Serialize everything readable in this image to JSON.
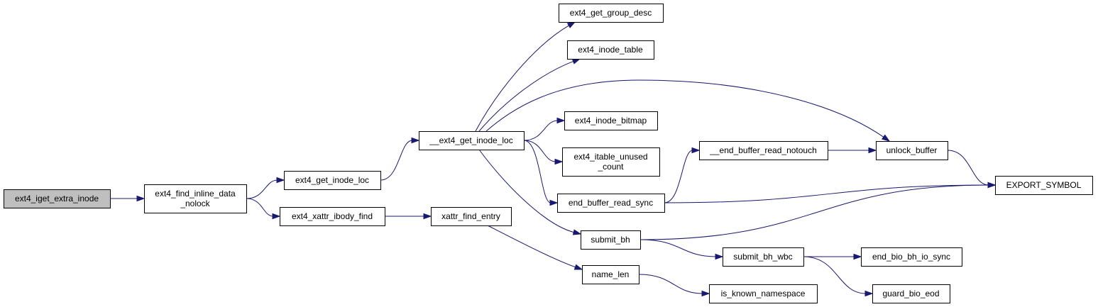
{
  "colors": {
    "edge": "#191970",
    "node_fill": "#ffffff",
    "root_fill": "#bfbfbf",
    "border": "#000000"
  },
  "nodes": {
    "root": {
      "lines": [
        "ext4_iget_extra_inode"
      ]
    },
    "find_inline": {
      "lines": [
        "ext4_find_inline_data",
        "_nolock"
      ]
    },
    "get_inode_loc": {
      "lines": [
        "ext4_get_inode_loc"
      ]
    },
    "xattr_ibody": {
      "lines": [
        "ext4_xattr_ibody_find"
      ]
    },
    "__get_inode_loc": {
      "lines": [
        "__ext4_get_inode_loc"
      ]
    },
    "xattr_find_entry": {
      "lines": [
        "xattr_find_entry"
      ]
    },
    "group_desc": {
      "lines": [
        "ext4_get_group_desc"
      ]
    },
    "inode_table": {
      "lines": [
        "ext4_inode_table"
      ]
    },
    "inode_bitmap": {
      "lines": [
        "ext4_inode_bitmap"
      ]
    },
    "itable_unused": {
      "lines": [
        "ext4_itable_unused",
        "_count"
      ]
    },
    "end_buffer_read_sync": {
      "lines": [
        "end_buffer_read_sync"
      ]
    },
    "submit_bh": {
      "lines": [
        "submit_bh"
      ]
    },
    "name_len": {
      "lines": [
        "name_len"
      ]
    },
    "end_buffer_read_notouch": {
      "lines": [
        "__end_buffer_read_notouch"
      ]
    },
    "submit_bh_wbc": {
      "lines": [
        "submit_bh_wbc"
      ]
    },
    "is_known_namespace": {
      "lines": [
        "is_known_namespace"
      ]
    },
    "unlock_buffer": {
      "lines": [
        "unlock_buffer"
      ]
    },
    "end_bio_bh_io_sync": {
      "lines": [
        "end_bio_bh_io_sync"
      ]
    },
    "guard_bio_eod": {
      "lines": [
        "guard_bio_eod"
      ]
    },
    "export_symbol": {
      "lines": [
        "EXPORT_SYMBOL"
      ]
    }
  },
  "edges": [
    [
      "root",
      "find_inline"
    ],
    [
      "find_inline",
      "get_inode_loc"
    ],
    [
      "find_inline",
      "xattr_ibody"
    ],
    [
      "get_inode_loc",
      "__get_inode_loc"
    ],
    [
      "xattr_ibody",
      "xattr_find_entry"
    ],
    [
      "__get_inode_loc",
      "group_desc"
    ],
    [
      "__get_inode_loc",
      "inode_table"
    ],
    [
      "__get_inode_loc",
      "unlock_buffer"
    ],
    [
      "__get_inode_loc",
      "inode_bitmap"
    ],
    [
      "__get_inode_loc",
      "itable_unused"
    ],
    [
      "__get_inode_loc",
      "end_buffer_read_sync"
    ],
    [
      "__get_inode_loc",
      "submit_bh"
    ],
    [
      "xattr_find_entry",
      "name_len"
    ],
    [
      "end_buffer_read_sync",
      "end_buffer_read_notouch"
    ],
    [
      "end_buffer_read_sync",
      "export_symbol"
    ],
    [
      "end_buffer_read_notouch",
      "unlock_buffer"
    ],
    [
      "unlock_buffer",
      "export_symbol"
    ],
    [
      "submit_bh",
      "export_symbol"
    ],
    [
      "submit_bh",
      "submit_bh_wbc"
    ],
    [
      "submit_bh_wbc",
      "end_bio_bh_io_sync"
    ],
    [
      "submit_bh_wbc",
      "guard_bio_eod"
    ],
    [
      "name_len",
      "is_known_namespace"
    ]
  ]
}
